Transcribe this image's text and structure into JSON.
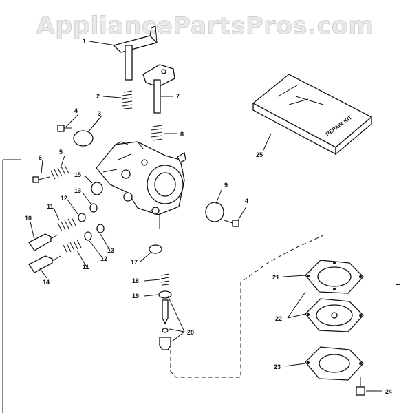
{
  "watermark": "AppliancePartsPros.com",
  "repair_kit_label": "REPAIR KIT",
  "callouts": {
    "c1": "1",
    "c2": "2",
    "c3": "3",
    "c4a": "4",
    "c4b": "4",
    "c5": "5",
    "c6": "6",
    "c7": "7",
    "c8": "8",
    "c9": "9",
    "c10": "10",
    "c11a": "11",
    "c11b": "11",
    "c12a": "12",
    "c12b": "12",
    "c13a": "13",
    "c13b": "13",
    "c14": "14",
    "c15": "15",
    "c17": "17",
    "c18": "18",
    "c19": "19",
    "c20": "20",
    "c21": "21",
    "c22": "22",
    "c23": "23",
    "c24": "24",
    "c25": "25"
  }
}
